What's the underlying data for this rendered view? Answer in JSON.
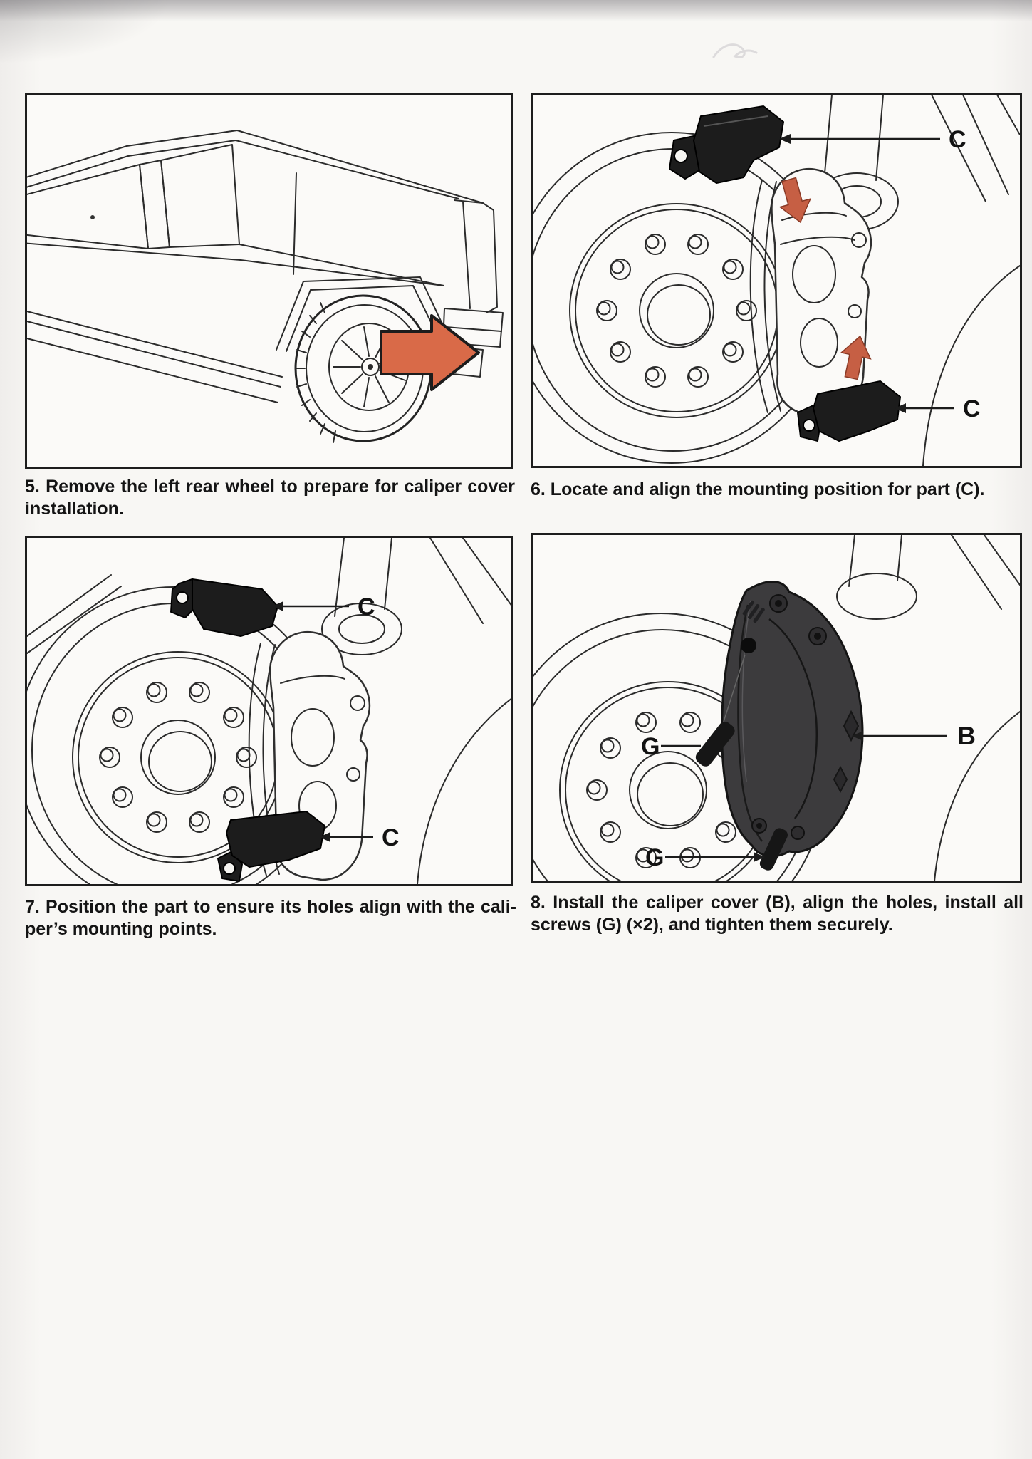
{
  "page": {
    "type": "installation-manual-page",
    "accent_arrow_color": "#d96a48"
  },
  "panels": [
    {
      "id": "step5",
      "caption_lines": [
        "5. Remove the left rear wheel to prepare for caliper cover",
        "installation."
      ]
    },
    {
      "id": "step6",
      "caption_lines": [
        "6. Locate and align the mounting position for part (C)."
      ],
      "part_labels": {
        "top": "C",
        "bottom": "C"
      }
    },
    {
      "id": "step7",
      "caption_lines": [
        "7. Position the part to ensure its holes align with the cali-",
        "per’s mounting points."
      ],
      "part_labels": {
        "top": "C",
        "bottom": "C"
      }
    },
    {
      "id": "step8",
      "caption_lines": [
        "8. Install the caliper cover (B), align the holes, install all",
        "screws (G) (×2), and tighten them securely."
      ],
      "part_labels": {
        "cover": "B",
        "screw_top": "G",
        "screw_bottom": "G"
      }
    }
  ]
}
